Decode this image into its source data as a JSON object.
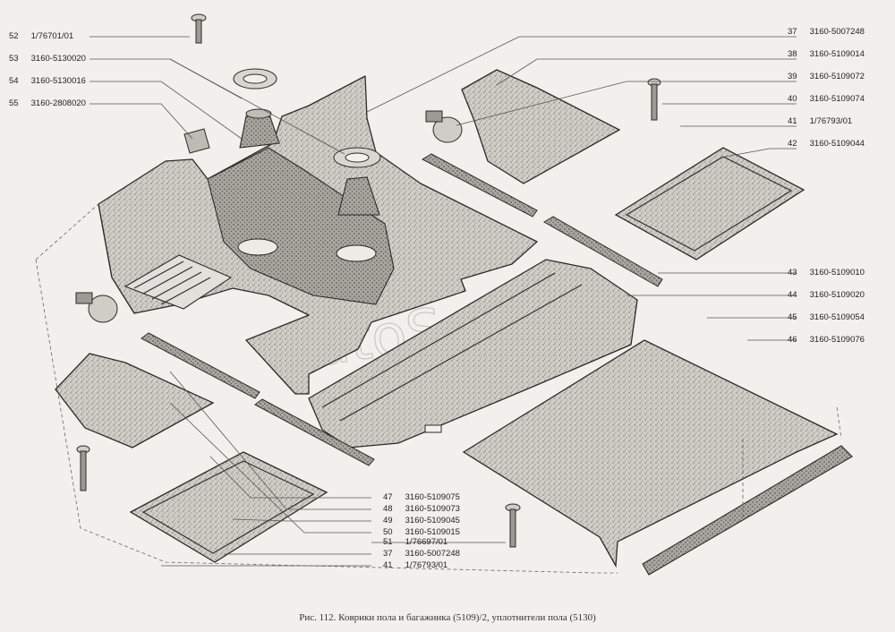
{
  "callouts_left": [
    {
      "num": "52",
      "part": "1/76701/01"
    },
    {
      "num": "53",
      "part": "3160-5130020"
    },
    {
      "num": "54",
      "part": "3160-5130016"
    },
    {
      "num": "55",
      "part": "3160-2808020"
    }
  ],
  "callouts_right": [
    {
      "num": "37",
      "part": "3160-5007248"
    },
    {
      "num": "38",
      "part": "3160-5109014"
    },
    {
      "num": "39",
      "part": "3160-5109072"
    },
    {
      "num": "40",
      "part": "3160-5109074"
    },
    {
      "num": "41",
      "part": "1/76793/01"
    },
    {
      "num": "42",
      "part": "3160-5109044"
    },
    {
      "num": "43",
      "part": "3160-5109010"
    },
    {
      "num": "44",
      "part": "3160-5109020"
    },
    {
      "num": "45",
      "part": "3160-5109054"
    },
    {
      "num": "46",
      "part": "3160-5109076"
    }
  ],
  "callouts_bottom": [
    {
      "num": "47",
      "part": "3160-5109075"
    },
    {
      "num": "48",
      "part": "3160-5109073"
    },
    {
      "num": "49",
      "part": "3160-5109045"
    },
    {
      "num": "50",
      "part": "3160-5109015"
    },
    {
      "num": "51",
      "part": "1/76697/01"
    },
    {
      "num": "37",
      "part": "3160-5007248"
    },
    {
      "num": "41",
      "part": "1/76793/01"
    }
  ],
  "caption": "Рис. 112. Коврики пола и багажника (5109)/2, уплотнители пола (5130)",
  "watermark": "AutoSoft"
}
